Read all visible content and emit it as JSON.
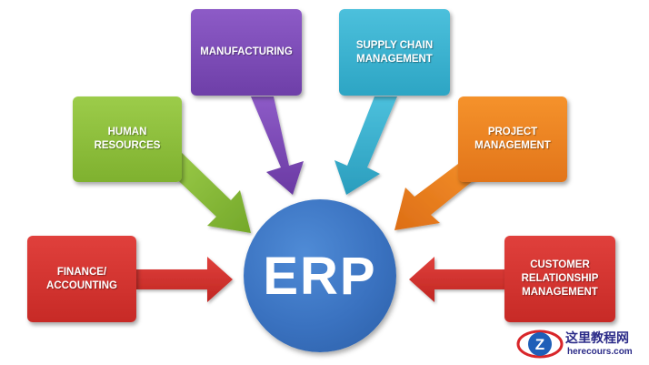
{
  "center": {
    "label": "ERP",
    "color": "#3a72c0"
  },
  "modules": [
    {
      "id": "manufacturing",
      "label": "MANUFACTURING",
      "color": "#7b4bb5"
    },
    {
      "id": "supply-chain",
      "label": "SUPPLY CHAIN\nMANAGEMENT",
      "color": "#35aecb"
    },
    {
      "id": "human-resources",
      "label": "HUMAN\nRESOURCES",
      "color": "#8dbf3c"
    },
    {
      "id": "project-management",
      "label": "PROJECT\nMANAGEMENT",
      "color": "#ee8422"
    },
    {
      "id": "finance-accounting",
      "label": "FINANCE/\nACCOUNTING",
      "color": "#d4342f"
    },
    {
      "id": "crm",
      "label": "CUSTOMER\nRELATIONSHIP\nMANAGEMENT",
      "color": "#d4342f"
    }
  ],
  "watermark": {
    "logo_letter": "Z",
    "title": "这里教程网",
    "url": "herecours.com"
  }
}
